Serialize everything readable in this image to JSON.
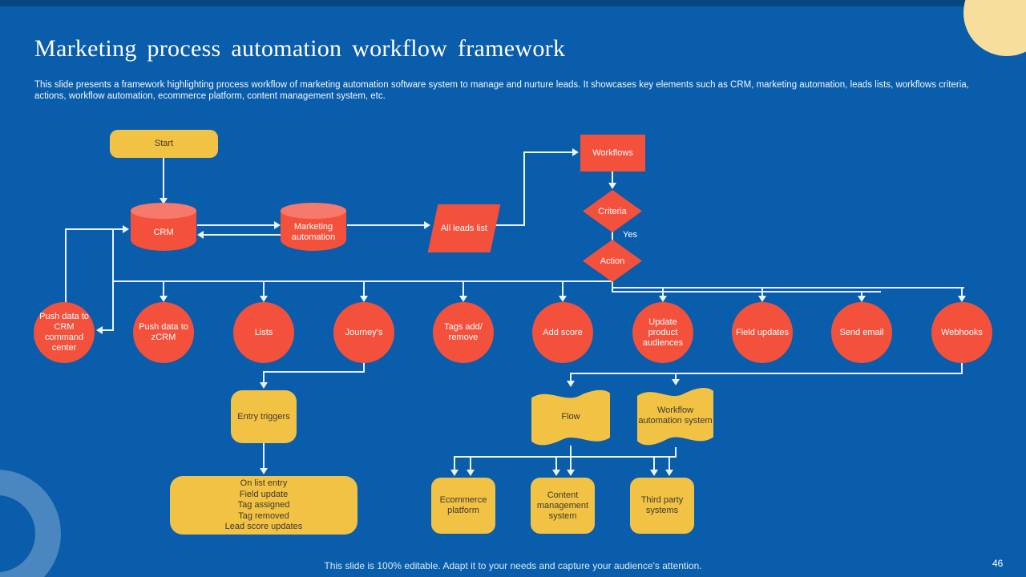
{
  "slide": {
    "title": "Marketing process automation workflow framework",
    "description": "This slide presents a framework  highlighting process workflow of marketing automation software system to manage and nurture leads. It showcases key elements such as CRM, marketing automation, leads lists, workflows criteria, actions, workflow automation, ecommerce platform, content management system, etc.",
    "footer": "This slide is 100% editable. Adapt it to your needs and capture your audience's attention.",
    "page_number": "46"
  },
  "colors": {
    "background": "#0A5DAA",
    "shape_red": "#F4513C",
    "shape_yellow": "#F2C245",
    "connector": "#E9F5F9",
    "decor_pale_circle": "#F8DE9C",
    "decor_ring": "#4A86C0"
  },
  "flowchart": {
    "start": "Start",
    "crm": "CRM",
    "marketing_automation": "Marketing automation",
    "all_leads_list": "All leads list",
    "workflows": "Workflows",
    "criteria": "Criteria",
    "yes_label": "Yes",
    "action": "Action",
    "circles": [
      "Push data to CRM command center",
      "Push data to zCRM",
      "Lists",
      "Journey's",
      "Tags add/ remove",
      "Add score",
      "Update product audiences",
      "Field updates",
      "Send email",
      "Webhooks"
    ],
    "entry_triggers": "Entry triggers",
    "flow": "Flow",
    "workflow_automation_system": "Workflow automation system",
    "trigger_list": [
      "On list entry",
      "Field update",
      "Tag assigned",
      "Tag removed",
      "Lead score updates"
    ],
    "ecommerce_platform": "Ecommerce platform",
    "content_management_system": "Content management system",
    "third_party_systems": "Third party systems"
  }
}
